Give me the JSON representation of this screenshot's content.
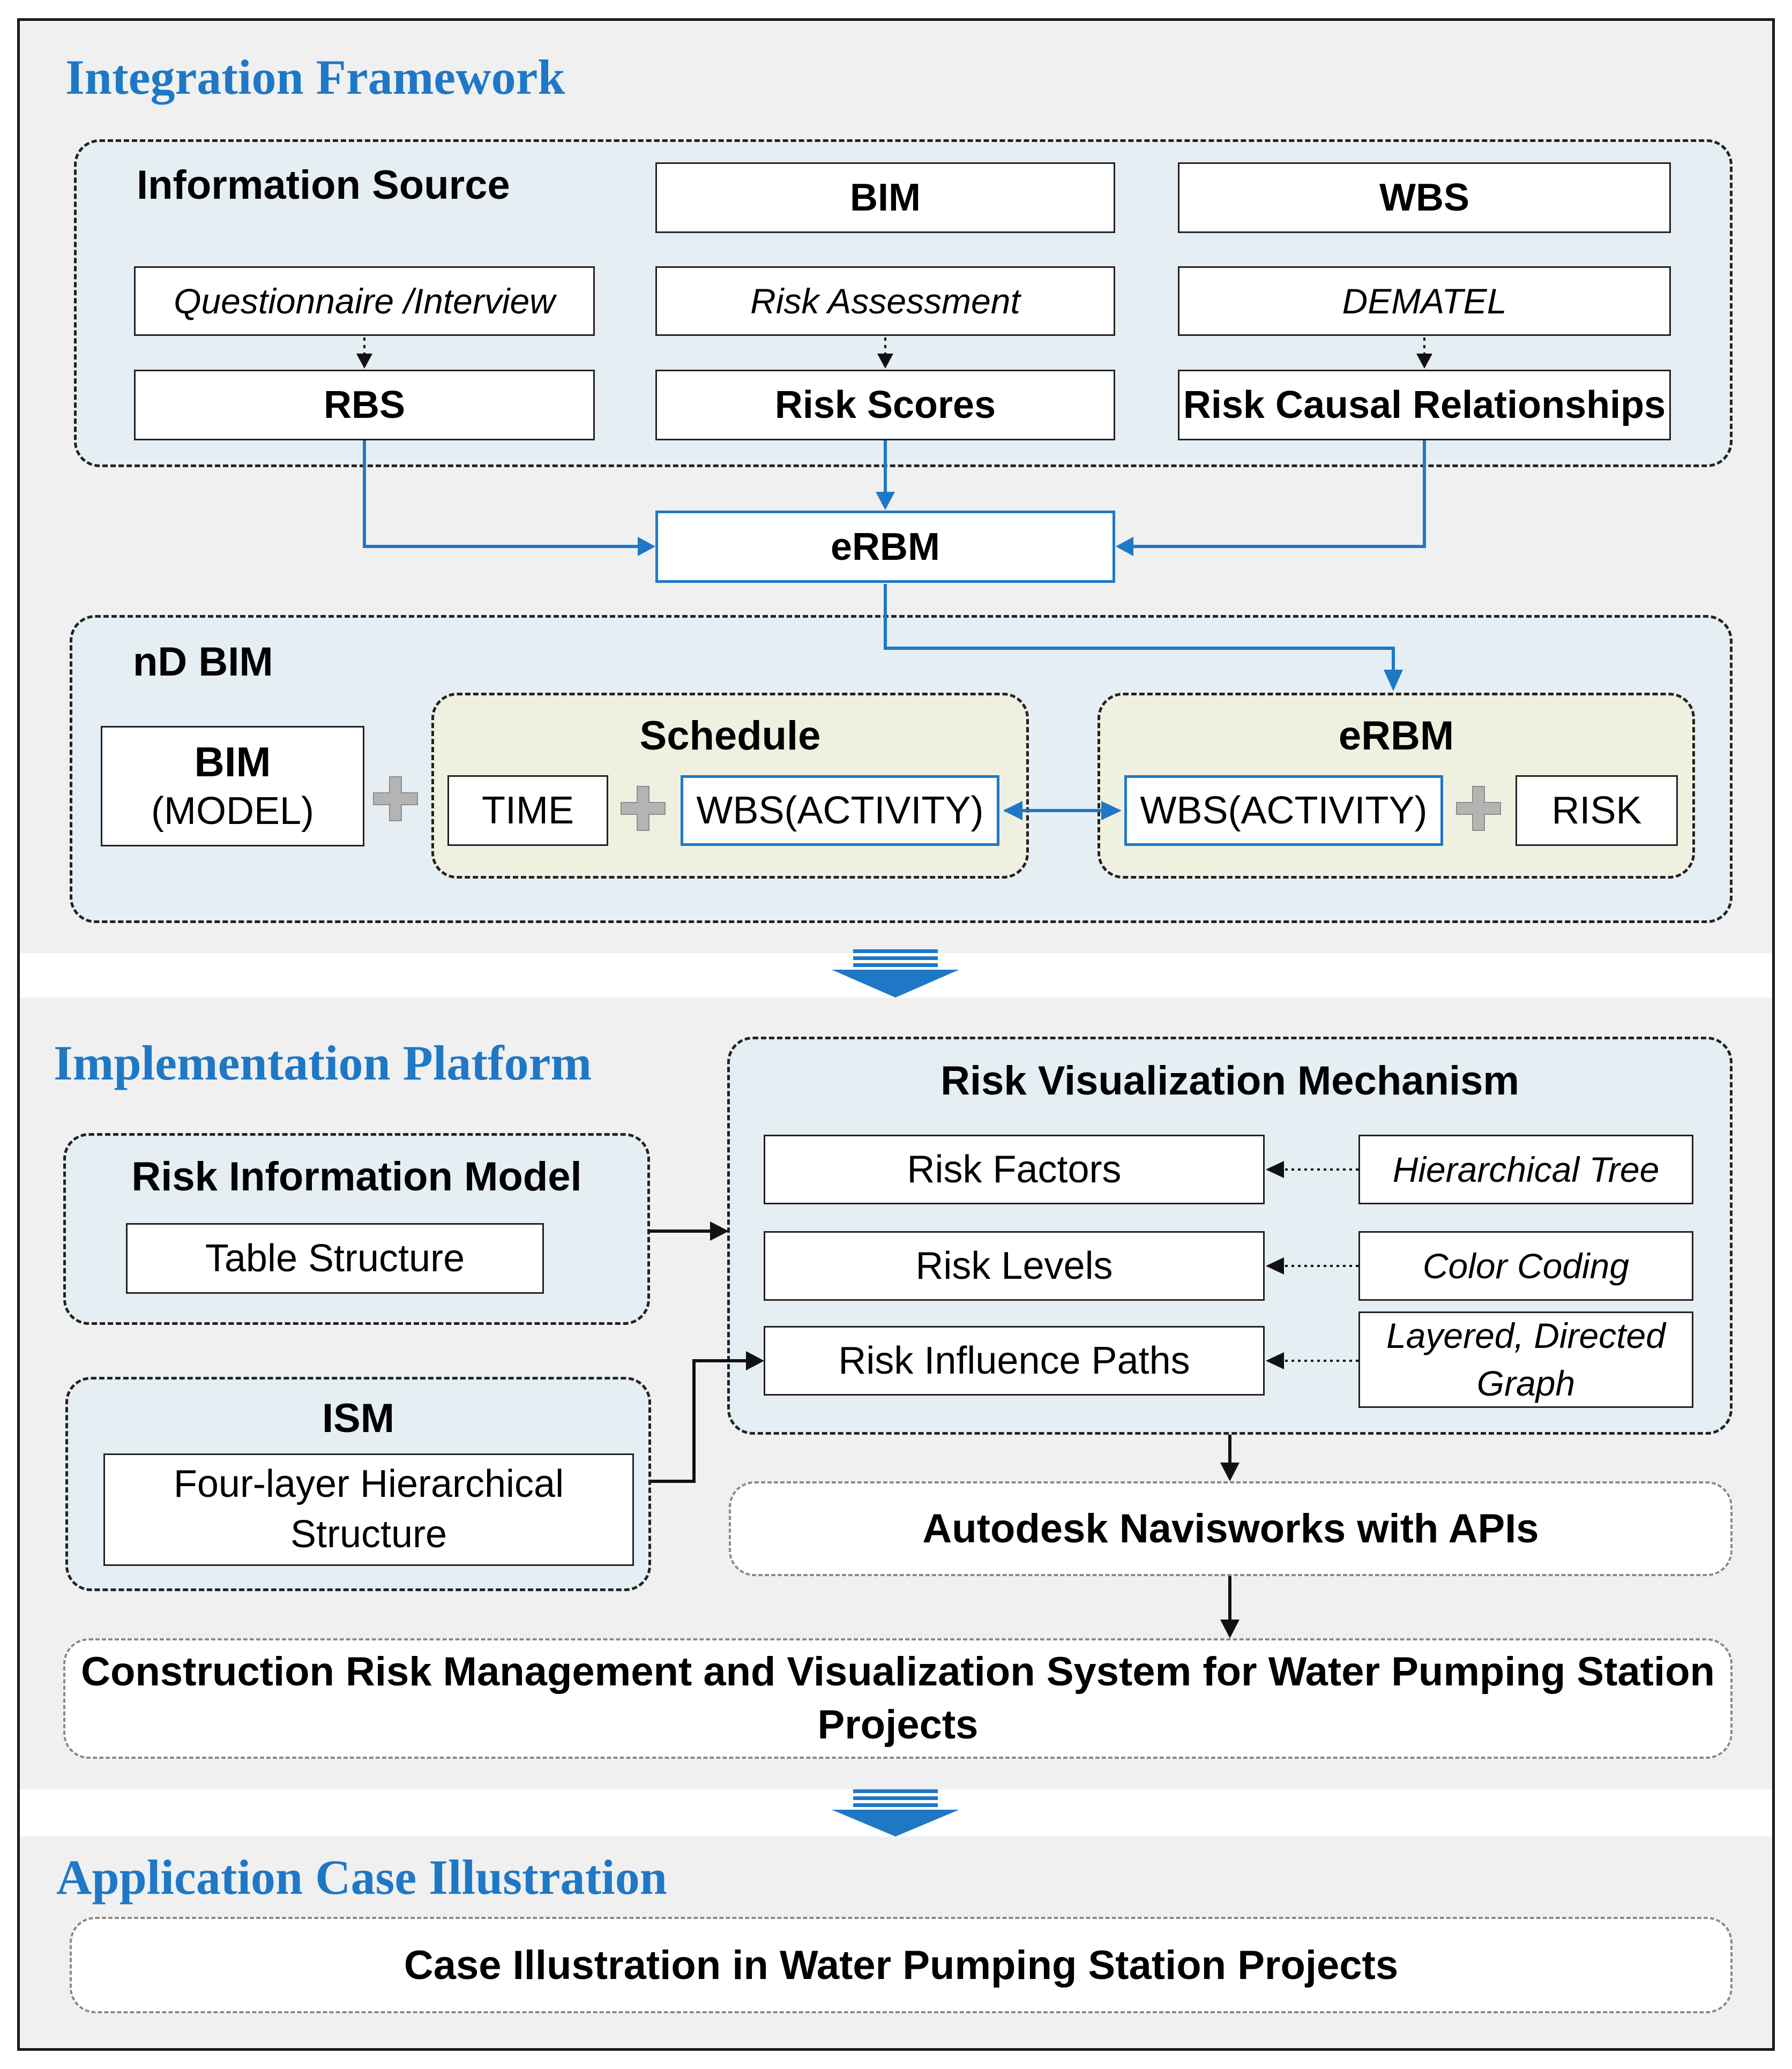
{
  "sections": {
    "integration_title": "Integration Framework",
    "implementation_title": "Implementation Platform",
    "application_title": "Application Case Illustration"
  },
  "info_source": {
    "title": "Information Source",
    "bim": "BIM",
    "wbs": "WBS",
    "questionnaire": "Questionnaire /Interview",
    "risk_assessment": "Risk Assessment",
    "dematel": "DEMATEL",
    "rbs": "RBS",
    "risk_scores": "Risk Scores",
    "risk_causal": "Risk Causal Relationships"
  },
  "erbm_center": "eRBM",
  "nd_bim": {
    "title": "nD BIM",
    "bim_title": "BIM",
    "bim_sub": "(MODEL)",
    "schedule_title": "Schedule",
    "time": "TIME",
    "wbs_activity_left": "WBS(ACTIVITY)",
    "erbm_title": "eRBM",
    "wbs_activity_right": "WBS(ACTIVITY)",
    "risk": "RISK"
  },
  "implementation": {
    "rim_title": "Risk Information Model",
    "table_structure": "Table Structure",
    "ism_title": "ISM",
    "ism_line1": "Four-layer Hierarchical",
    "ism_line2": "Structure",
    "rvm_title": "Risk Visualization Mechanism",
    "risk_factors": "Risk Factors",
    "risk_levels": "Risk Levels",
    "risk_paths": "Risk Influence Paths",
    "hier_tree": "Hierarchical Tree",
    "color_coding": "Color Coding",
    "layered_line1": "Layered, Directed",
    "layered_line2": "Graph",
    "navisworks": "Autodesk Navisworks with APIs",
    "system_line1": "Construction Risk Management and Visualization System for Water Pumping Station",
    "system_line2": "Projects"
  },
  "application": {
    "case": "Case Illustration in Water Pumping Station Projects"
  },
  "colors": {
    "accent_blue": "#1f78c6",
    "panel_blue": "#e4eef3",
    "panel_olive": "#f0f0e0",
    "band_gray": "#f0f0f0"
  }
}
